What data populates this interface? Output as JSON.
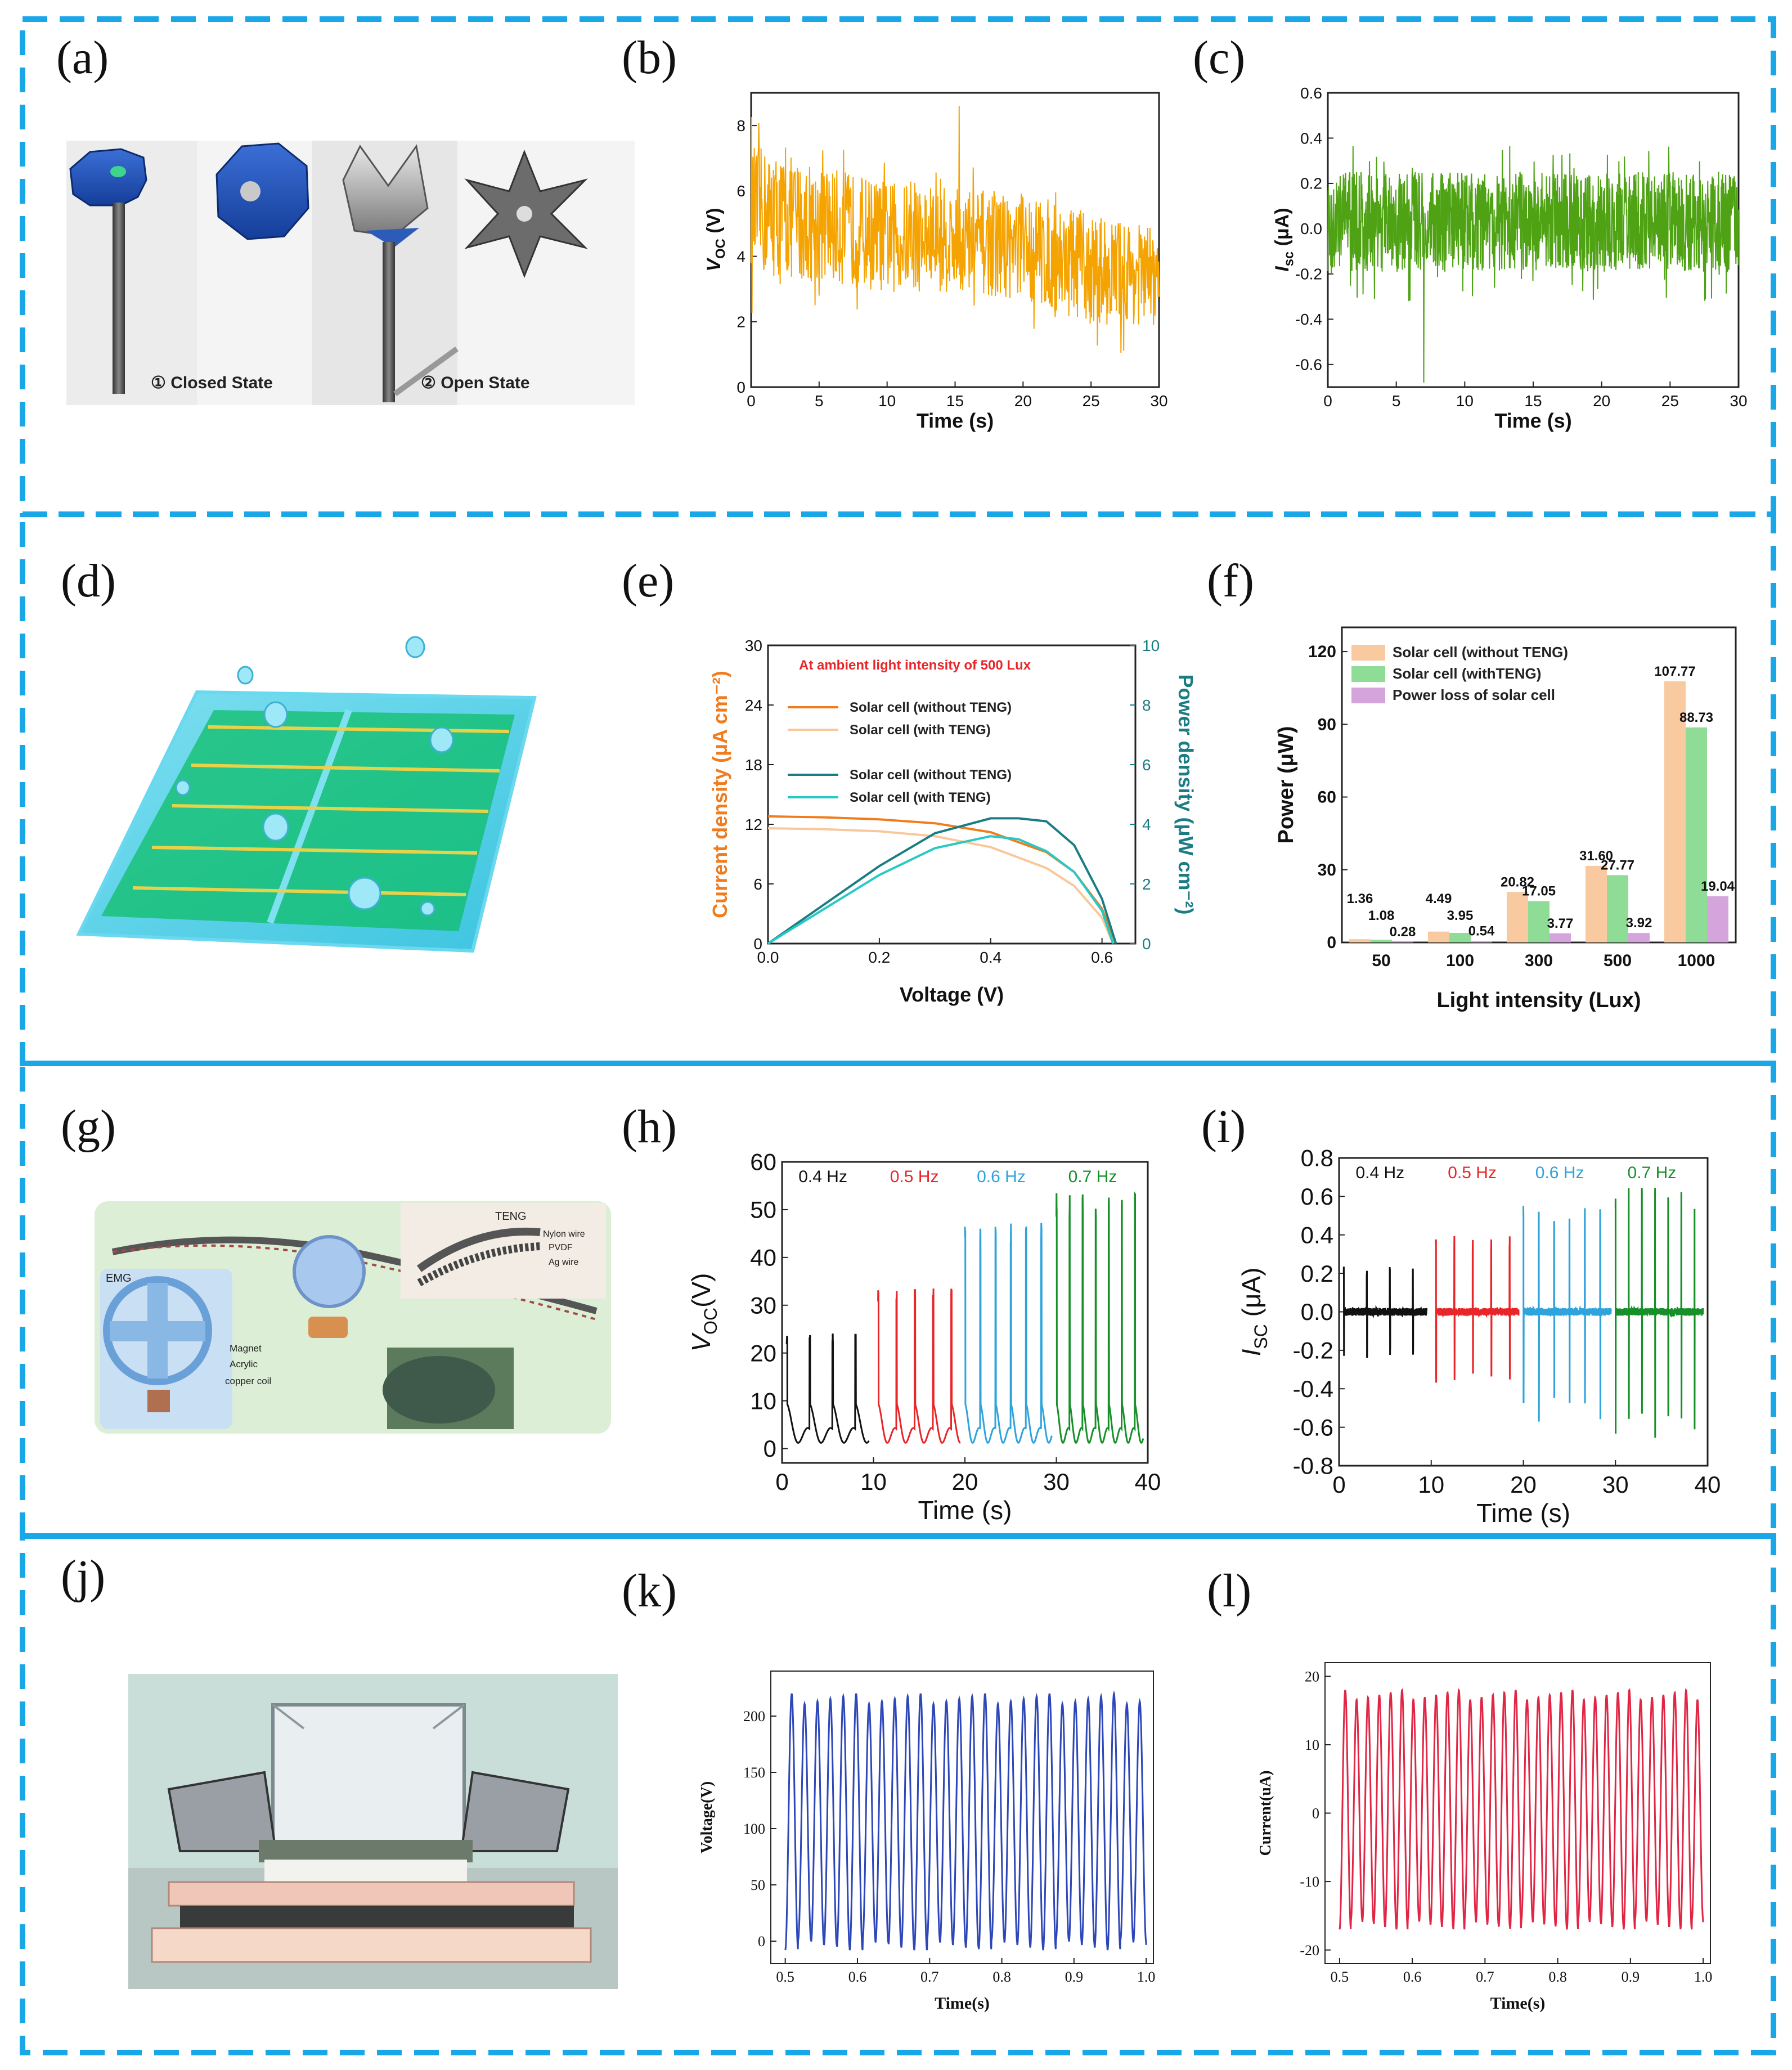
{
  "panel_labels": {
    "a": "(a)",
    "b": "(b)",
    "c": "(c)",
    "d": "(d)",
    "e": "(e)",
    "f": "(f)",
    "g": "(g)",
    "h": "(h)",
    "i": "(i)",
    "j": "(j)",
    "k": "(k)",
    "l": "(l)"
  },
  "colors": {
    "frame": "#1aa7e8",
    "orange": "#f5a300",
    "green": "#4ea214",
    "orange_e": "#f07c1e",
    "orange_light_e": "#f8c89a",
    "teal_dark": "#1a7d84",
    "teal_light": "#28c9c4",
    "bar1": "#f9c9a0",
    "bar2": "#8fdc97",
    "bar3": "#d6a4dd",
    "black": "#111111",
    "red": "#e8262a",
    "blue": "#2ea3dc",
    "green_h": "#18902a",
    "navy": "#2d46b8",
    "crimson": "#e02644"
  },
  "panel_a": {
    "caption1": "① Closed State",
    "caption2": "② Open State"
  },
  "panel_d": {},
  "panel_g": {
    "teng": "TENG",
    "emg": "EMG",
    "nylon": "Nylon wire",
    "pvdf": "PVDF",
    "ag": "Ag wire",
    "magnet": "Magnet",
    "acrylic": "Acrylic",
    "copper": "copper coil"
  },
  "chart_data": [
    {
      "id": "b",
      "type": "line",
      "xlabel": "Time (s)",
      "ylabel_main": "V",
      "ylabel_sub": "OC",
      "ylabel_unit": " (V)",
      "xlim": [
        0,
        30
      ],
      "ylim": [
        0,
        9
      ],
      "xticks": [
        "0",
        "5",
        "10",
        "15",
        "20",
        "25",
        "30"
      ],
      "yticks": [
        "0",
        "2",
        "4",
        "6",
        "8"
      ],
      "series": [
        {
          "color": "orange",
          "envelope": [
            [
              0,
              5.4,
              2
            ],
            [
              5,
              5.0,
              1.8
            ],
            [
              10,
              4.6,
              1.7
            ],
            [
              15,
              4.5,
              1.6
            ],
            [
              20,
              4.3,
              1.7
            ],
            [
              25,
              3.6,
              1.7
            ],
            [
              30,
              3.4,
              1.5
            ]
          ],
          "peak": {
            "x": 15.3,
            "y": 8.6
          }
        }
      ]
    },
    {
      "id": "c",
      "type": "line",
      "xlabel": "Time (s)",
      "ylabel_main": "I",
      "ylabel_sub": "sc",
      "ylabel_unit": " (μA)",
      "xlim": [
        0,
        30
      ],
      "ylim": [
        -0.7,
        0.6
      ],
      "xticks": [
        "0",
        "5",
        "10",
        "15",
        "20",
        "25",
        "30"
      ],
      "yticks": [
        "-0.6",
        "-0.4",
        "-0.2",
        "0.0",
        "0.2",
        "0.4",
        "0.6"
      ],
      "series": [
        {
          "color": "green",
          "envelope": [
            [
              0,
              0.03,
              0.22
            ],
            [
              30,
              0.03,
              0.22
            ]
          ],
          "peak": {
            "x": 7,
            "y": -0.68
          }
        }
      ]
    },
    {
      "id": "e",
      "type": "line",
      "title": "At ambient light intensity of 500 Lux",
      "xlabel": "Voltage (V)",
      "ylabel_left": "Current density (μA cm⁻²)",
      "ylabel_right": "Power density (μW cm⁻²)",
      "xlim": [
        0,
        0.66
      ],
      "ylim_left": [
        0,
        30
      ],
      "ylim_right": [
        0,
        10
      ],
      "xticks": [
        "0.0",
        "0.2",
        "0.4",
        "0.6"
      ],
      "yticks_left": [
        "0",
        "6",
        "12",
        "18",
        "24",
        "30"
      ],
      "yticks_right": [
        "0",
        "2",
        "4",
        "6",
        "8",
        "10"
      ],
      "legend": [
        "Solar cell (without TENG)",
        "Solar cell (with TENG)",
        "Solar cell (without TENG)",
        "Solar cell (with TENG)"
      ],
      "series": [
        {
          "axis": "left",
          "color": "orange_e",
          "points": [
            [
              0,
              12.8
            ],
            [
              0.1,
              12.7
            ],
            [
              0.2,
              12.5
            ],
            [
              0.3,
              12.1
            ],
            [
              0.4,
              11.2
            ],
            [
              0.5,
              9.2
            ],
            [
              0.55,
              7.2
            ],
            [
              0.6,
              3.5
            ],
            [
              0.625,
              0
            ]
          ]
        },
        {
          "axis": "left",
          "color": "orange_light_e",
          "points": [
            [
              0,
              11.6
            ],
            [
              0.1,
              11.5
            ],
            [
              0.2,
              11.3
            ],
            [
              0.3,
              10.8
            ],
            [
              0.4,
              9.7
            ],
            [
              0.5,
              7.6
            ],
            [
              0.55,
              5.8
            ],
            [
              0.6,
              2.6
            ],
            [
              0.62,
              0
            ]
          ]
        },
        {
          "axis": "right",
          "color": "teal_dark",
          "points": [
            [
              0,
              0
            ],
            [
              0.1,
              1.3
            ],
            [
              0.2,
              2.6
            ],
            [
              0.3,
              3.7
            ],
            [
              0.4,
              4.2
            ],
            [
              0.45,
              4.2
            ],
            [
              0.5,
              4.1
            ],
            [
              0.55,
              3.3
            ],
            [
              0.6,
              1.5
            ],
            [
              0.625,
              0
            ]
          ]
        },
        {
          "axis": "right",
          "color": "teal_light",
          "points": [
            [
              0,
              0
            ],
            [
              0.1,
              1.15
            ],
            [
              0.2,
              2.3
            ],
            [
              0.3,
              3.2
            ],
            [
              0.4,
              3.6
            ],
            [
              0.45,
              3.5
            ],
            [
              0.5,
              3.1
            ],
            [
              0.55,
              2.4
            ],
            [
              0.6,
              1.1
            ],
            [
              0.62,
              0
            ]
          ]
        }
      ]
    },
    {
      "id": "f",
      "type": "bar",
      "xlabel": "Light intensity (Lux)",
      "ylabel": "Power (μW)",
      "ylim": [
        0,
        130
      ],
      "yticks": [
        "0",
        "30",
        "60",
        "90",
        "120"
      ],
      "categories": [
        "50",
        "100",
        "300",
        "500",
        "1000"
      ],
      "legend": [
        "Solar cell (without TENG)",
        "Solar cell (withTENG)",
        "Power loss of solar cell"
      ],
      "series": [
        {
          "color": "bar1",
          "values": [
            1.36,
            4.49,
            20.82,
            31.6,
            107.77
          ],
          "labels": [
            "1.36",
            "4.49",
            "20.82",
            "31.60",
            "107.77"
          ]
        },
        {
          "color": "bar2",
          "values": [
            1.08,
            3.95,
            17.05,
            27.77,
            88.73
          ],
          "labels": [
            "1.08",
            "3.95",
            "17.05",
            "27.77",
            "88.73"
          ]
        },
        {
          "color": "bar3",
          "values": [
            0.28,
            0.54,
            3.77,
            3.92,
            19.04
          ],
          "labels": [
            "0.28",
            "0.54",
            "3.77",
            "3.92",
            "19.04"
          ]
        }
      ]
    },
    {
      "id": "h",
      "type": "line",
      "xlabel": "Time (s)",
      "ylabel_main": "V",
      "ylabel_sub": "OC",
      "ylabel_unit": "(V)",
      "xlim": [
        0,
        40
      ],
      "ylim": [
        -3,
        60
      ],
      "xticks": [
        "0",
        "10",
        "20",
        "30",
        "40"
      ],
      "yticks": [
        "0",
        "10",
        "20",
        "30",
        "40",
        "50",
        "60"
      ],
      "segments": [
        {
          "label": "0.4 Hz",
          "color": "black",
          "x0": 0.5,
          "x1": 9.5,
          "freq": 0.4,
          "peak": 23
        },
        {
          "label": "0.5 Hz",
          "color": "red",
          "x0": 10.5,
          "x1": 19.5,
          "freq": 0.5,
          "peak": 32
        },
        {
          "label": "0.6 Hz",
          "color": "blue",
          "x0": 20,
          "x1": 29.5,
          "freq": 0.6,
          "peak": 45
        },
        {
          "label": "0.7 Hz",
          "color": "green_h",
          "x0": 30,
          "x1": 39.5,
          "freq": 0.7,
          "peak": 51
        }
      ]
    },
    {
      "id": "i",
      "type": "line",
      "xlabel": "Time (s)",
      "ylabel_main": "I",
      "ylabel_sub": "SC",
      "ylabel_unit": " (μA)",
      "xlim": [
        0,
        40
      ],
      "ylim": [
        -0.8,
        0.8
      ],
      "xticks": [
        "0",
        "10",
        "20",
        "30",
        "40"
      ],
      "yticks": [
        "-0.8",
        "-0.6",
        "-0.4",
        "-0.2",
        "0.0",
        "0.2",
        "0.4",
        "0.6",
        "0.8"
      ],
      "segments": [
        {
          "label": "0.4 Hz",
          "color": "black",
          "x0": 0.5,
          "x1": 9.5,
          "freq": 0.4,
          "peak": 0.22
        },
        {
          "label": "0.5 Hz",
          "color": "red",
          "x0": 10.5,
          "x1": 19.5,
          "freq": 0.5,
          "peak": 0.36
        },
        {
          "label": "0.6 Hz",
          "color": "blue",
          "x0": 20,
          "x1": 29.5,
          "freq": 0.6,
          "peak": 0.52
        },
        {
          "label": "0.7 Hz",
          "color": "green_h",
          "x0": 30,
          "x1": 39.5,
          "freq": 0.7,
          "peak": 0.6
        }
      ]
    },
    {
      "id": "k",
      "type": "line",
      "xlabel": "Time(s)",
      "ylabel": "Voltage(V)",
      "xlim": [
        0.48,
        1.01
      ],
      "ylim": [
        -20,
        240
      ],
      "xticks": [
        "0.5",
        "0.6",
        "0.7",
        "0.8",
        "0.9",
        "1.0"
      ],
      "yticks": [
        "0",
        "50",
        "100",
        "150",
        "200"
      ],
      "series": [
        {
          "color": "navy",
          "cycles": 28,
          "x0": 0.5,
          "x1": 1.0,
          "max": 220,
          "min": -8
        }
      ]
    },
    {
      "id": "l",
      "type": "line",
      "xlabel": "Time(s)",
      "ylabel": "Current(uA)",
      "xlim": [
        0.48,
        1.01
      ],
      "ylim": [
        -22,
        22
      ],
      "xticks": [
        "0.5",
        "0.6",
        "0.7",
        "0.8",
        "0.9",
        "1.0"
      ],
      "yticks": [
        "-20",
        "-10",
        "0",
        "10",
        "20"
      ],
      "series": [
        {
          "color": "crimson",
          "cycles": 32,
          "x0": 0.5,
          "x1": 1.0,
          "max": 18,
          "min": -17
        }
      ]
    }
  ]
}
